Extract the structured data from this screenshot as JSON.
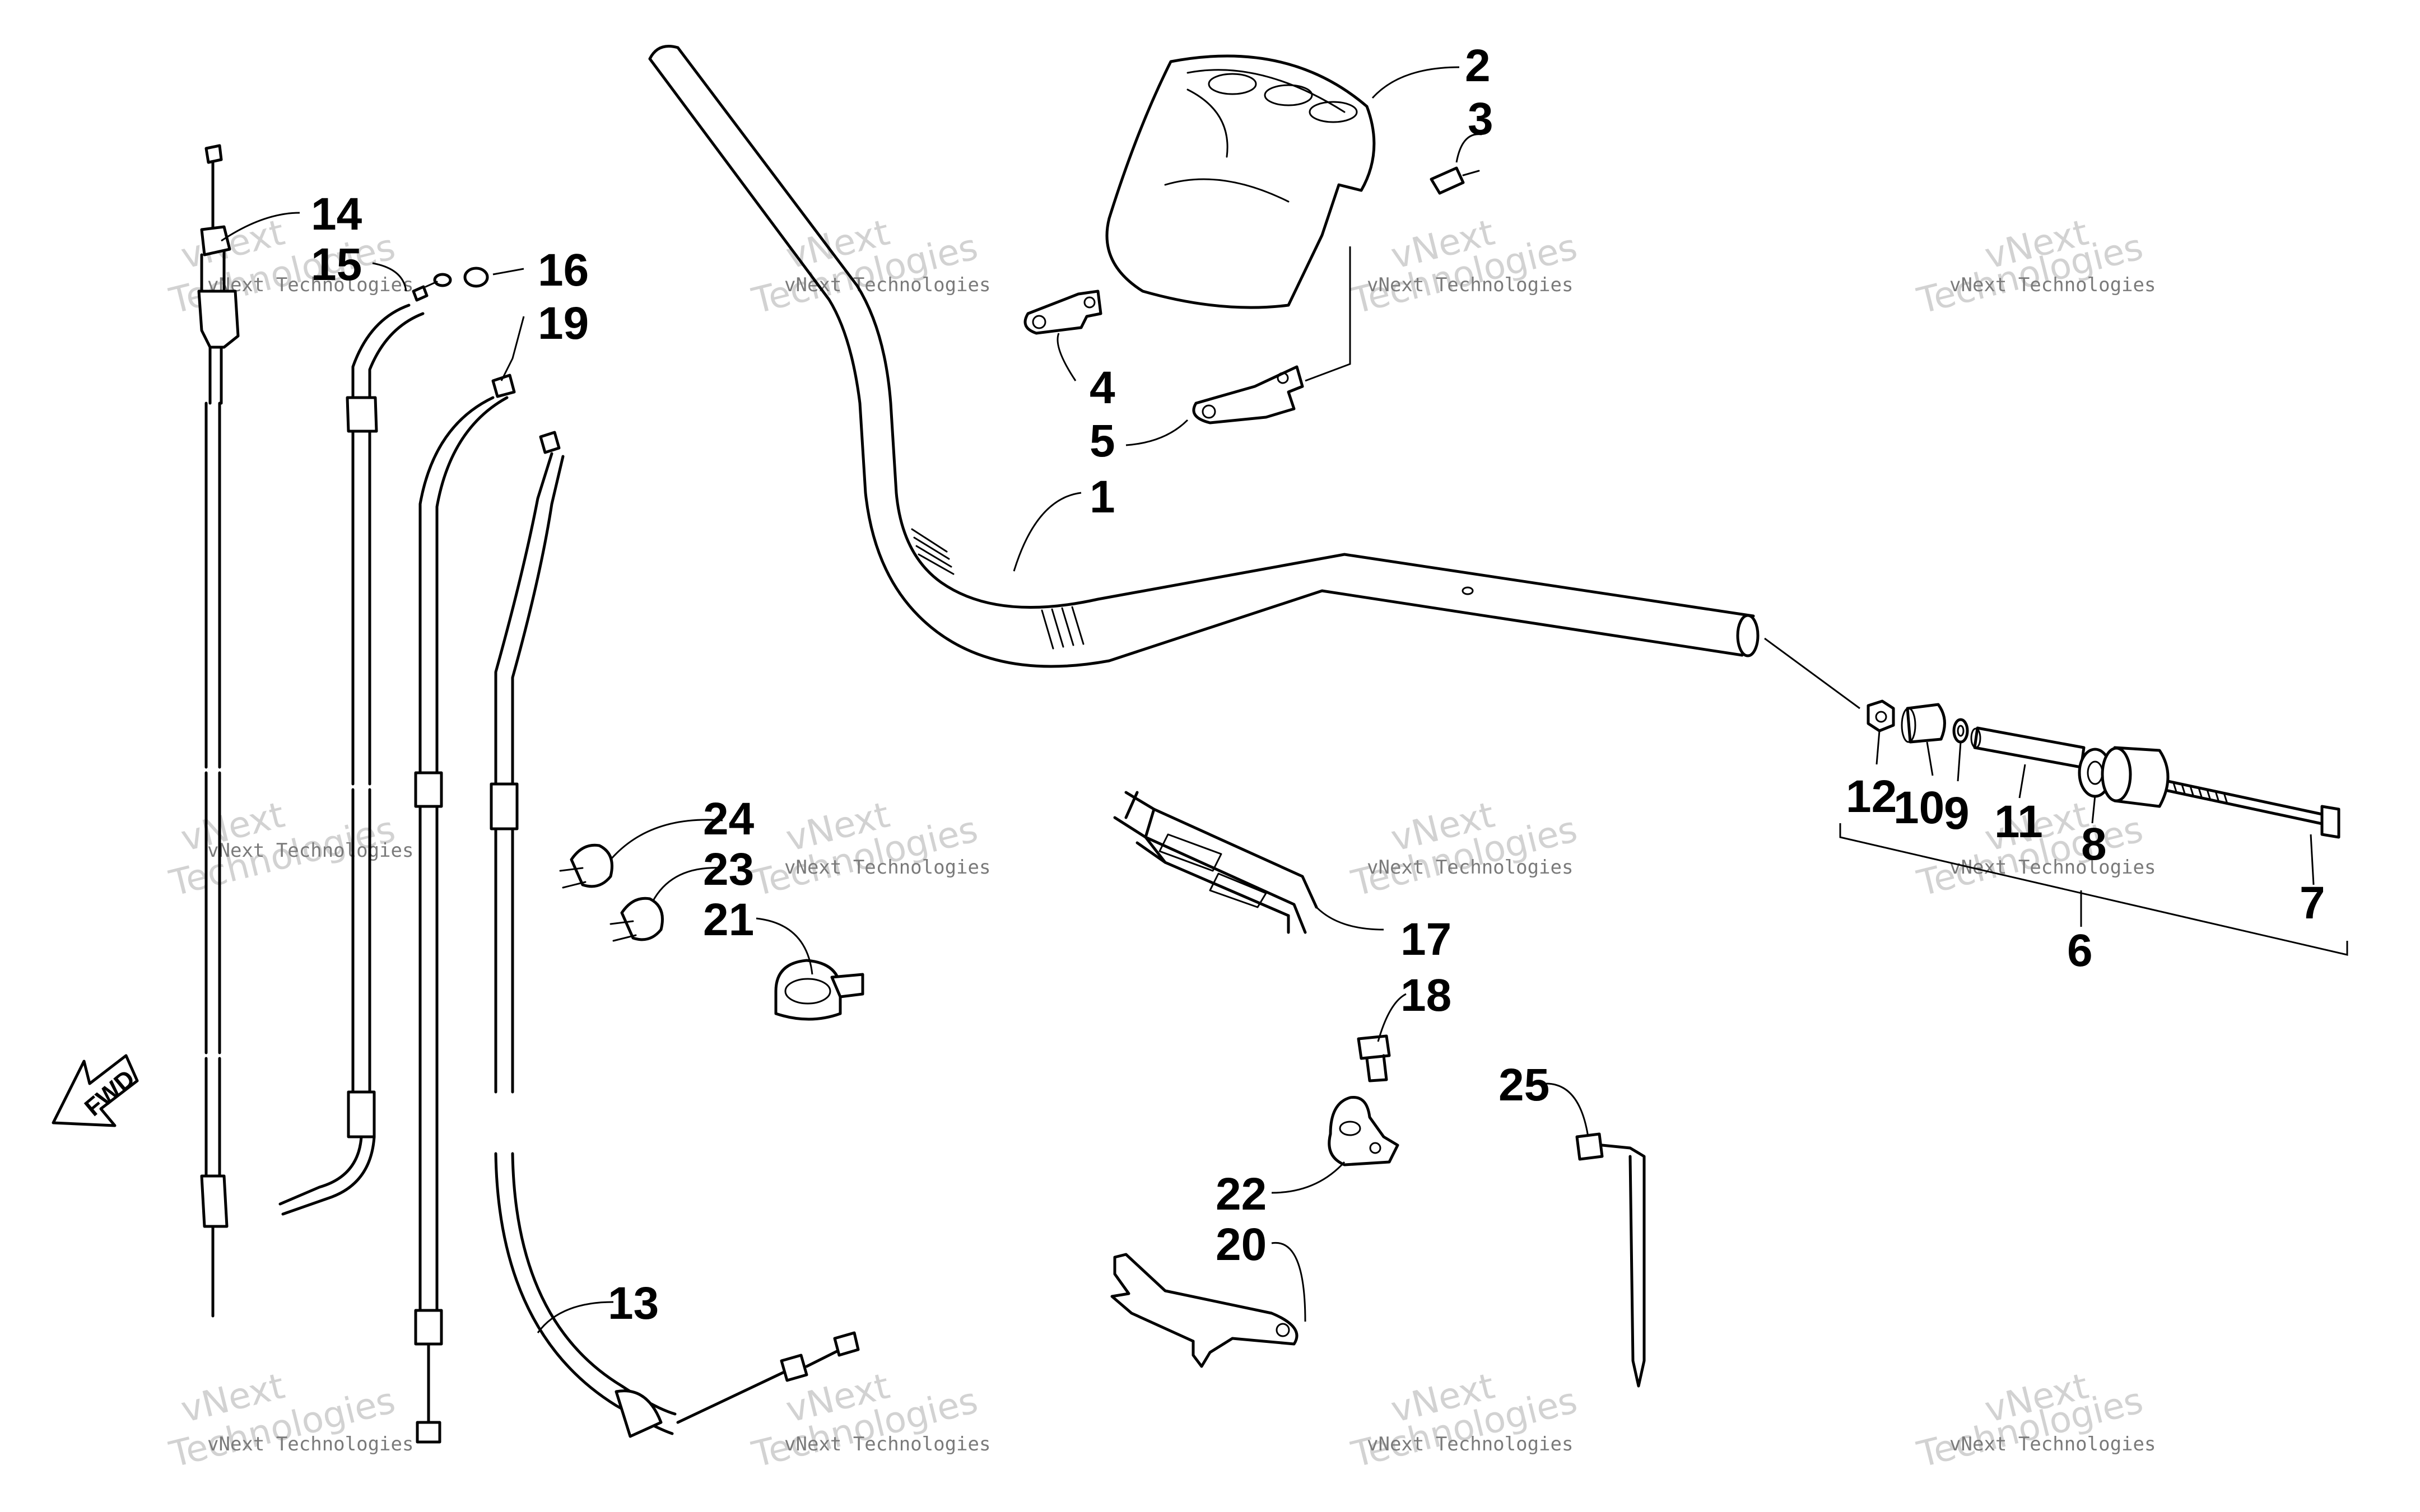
{
  "callouts": {
    "c1": "1",
    "c2": "2",
    "c3": "3",
    "c4": "4",
    "c5": "5",
    "c6": "6",
    "c7": "7",
    "c8": "8",
    "c9": "9",
    "c10": "10",
    "c11": "11",
    "c12": "12",
    "c13": "13",
    "c14": "14",
    "c15": "15",
    "c16": "16",
    "c17": "17",
    "c18": "18",
    "c19": "19",
    "c20": "20",
    "c21": "21",
    "c22": "22",
    "c23": "23",
    "c24": "24",
    "c25": "25"
  },
  "fwd_arrow": {
    "label": "FWD"
  },
  "watermark": {
    "brand": "vNext Technologies",
    "line1": "vNext",
    "line2": "Technologies"
  },
  "colors": {
    "line": "#000000",
    "background": "#ffffff",
    "watermark_text": "#7a7a7a",
    "watermark_ghost": "#d2d2d2"
  }
}
